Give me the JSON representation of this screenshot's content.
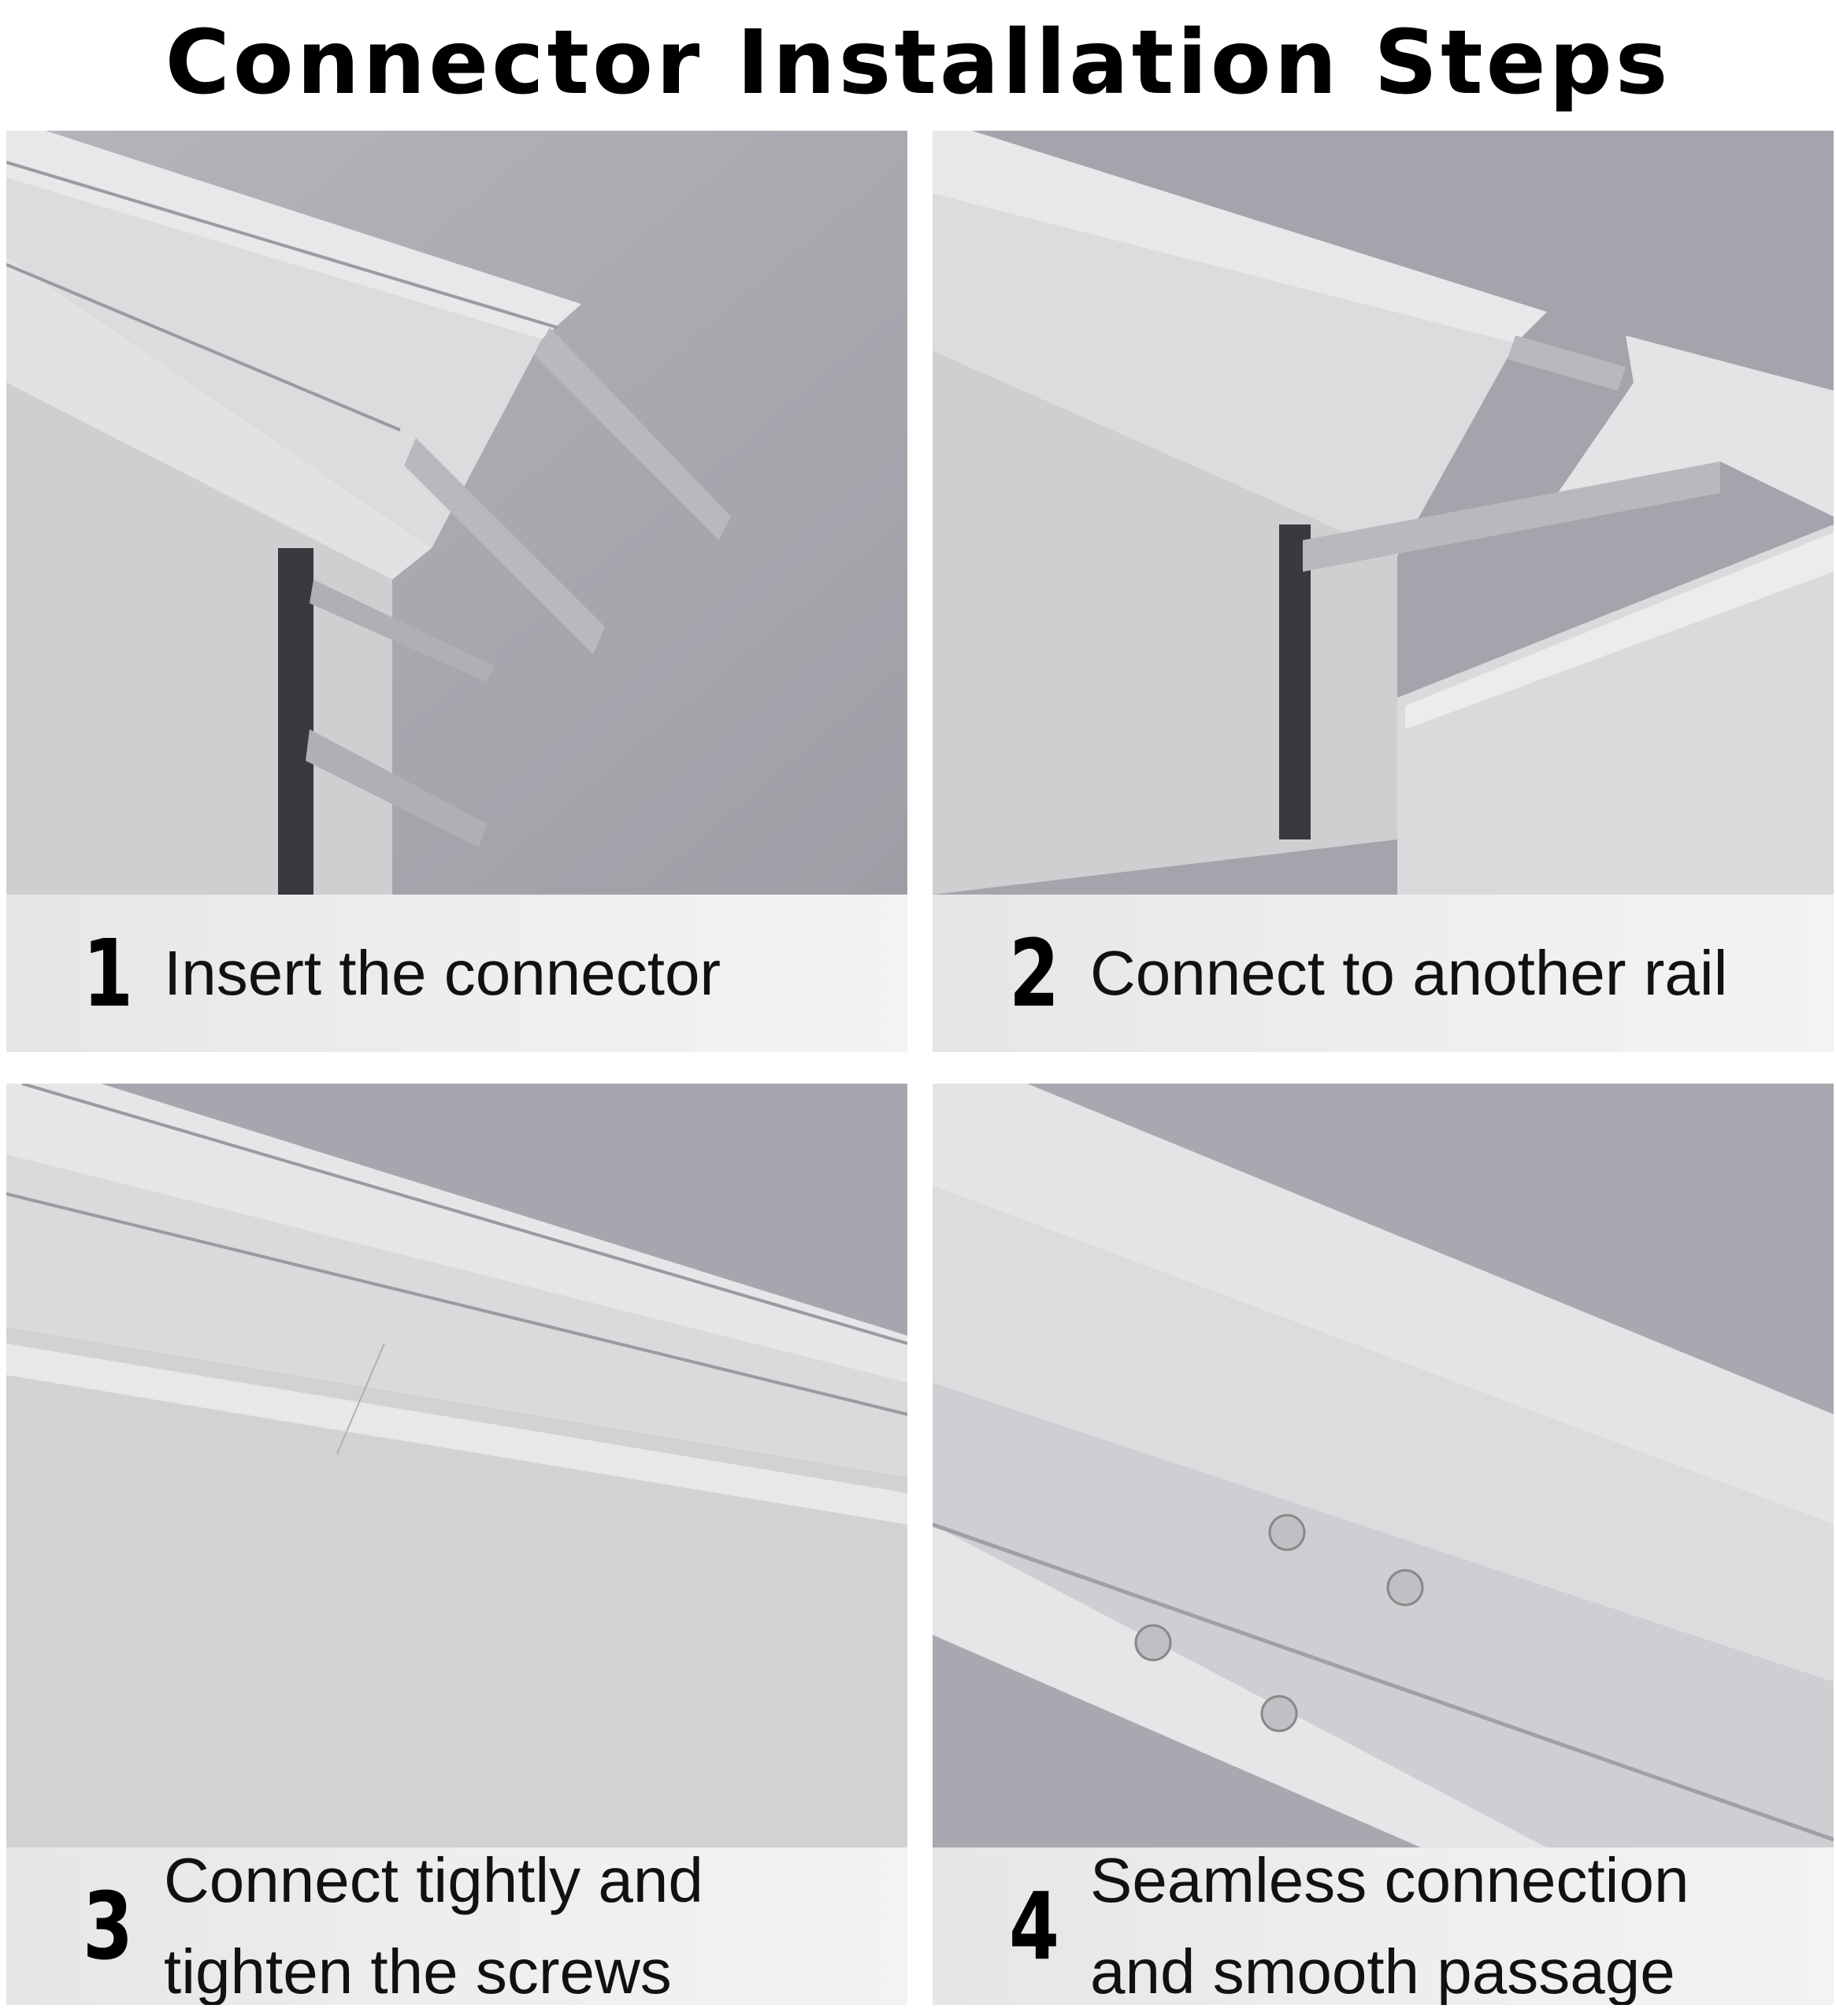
{
  "title": "Connector Installation Steps",
  "steps": [
    {
      "number": "1",
      "text": "Insert the connector"
    },
    {
      "number": "2",
      "text": "Connect to another rail"
    },
    {
      "number": "3",
      "text": "Connect tightly and\ntighten the screws"
    },
    {
      "number": "4",
      "text": "Seamless connection\nand smooth passage"
    }
  ]
}
